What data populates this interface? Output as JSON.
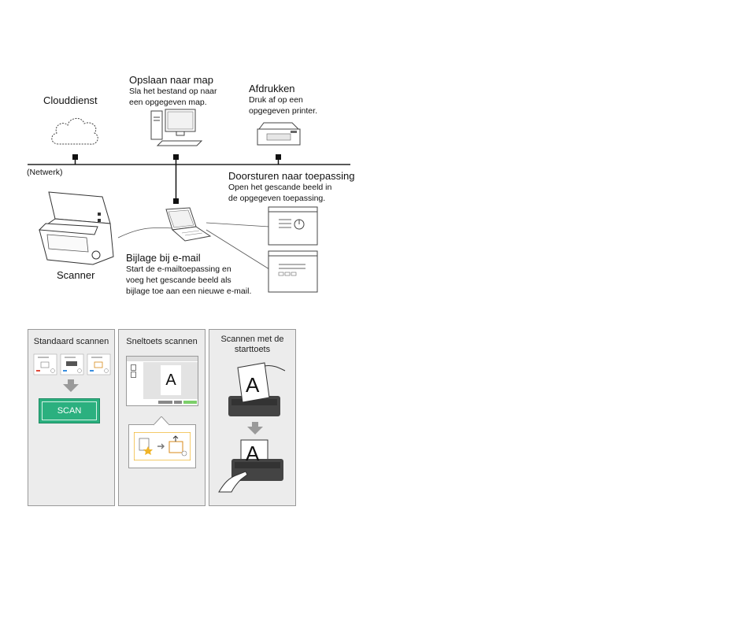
{
  "network": {
    "label": "(Netwerk)",
    "cloud": {
      "title": "Clouddienst"
    },
    "folder": {
      "title": "Opslaan naar map",
      "desc_lines": [
        "Sla het bestand op naar",
        "een opgegeven map."
      ]
    },
    "print": {
      "title": "Afdrukken",
      "desc_lines": [
        "Druk af op een",
        "opgegeven printer."
      ]
    },
    "app": {
      "title": "Doorsturen naar toepassing",
      "desc_lines": [
        "Open het gescande beeld in",
        "de opgegeven toepassing."
      ]
    },
    "email": {
      "title": "Bijlage bij e-mail",
      "desc_lines": [
        "Start de e-mailtoepassing en",
        "voeg het gescande beeld als",
        "bijlage toe aan een nieuwe e-mail."
      ]
    },
    "scanner": {
      "title": "Scanner"
    }
  },
  "modes": [
    {
      "title_lines": [
        "Standaard scannen"
      ],
      "button_label": "SCAN",
      "accent": "#2bb07f"
    },
    {
      "title_lines": [
        "Sneltoets scannen"
      ],
      "doc_letter": "A",
      "accent": "#f0b429"
    },
    {
      "title_lines": [
        "Scannen met de",
        "starttoets"
      ],
      "doc_letter": "A"
    }
  ]
}
